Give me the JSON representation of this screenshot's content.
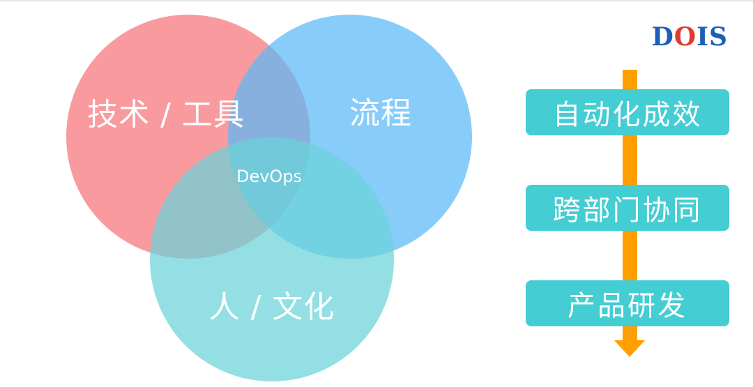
{
  "logo": {
    "prefix": "D",
    "accent": "O",
    "suffix": "IS"
  },
  "venn": {
    "circles": [
      {
        "label": "技术 / 工具",
        "color": "#f7737a"
      },
      {
        "label": "流程",
        "color": "#5ab9f8"
      },
      {
        "label": "人 / 文化",
        "color": "#6ad3d8"
      }
    ],
    "center_label": "DevOps"
  },
  "flow": {
    "arrow_color": "#ff9f00",
    "box_color": "#44cdd3",
    "stages": [
      "自动化成效",
      "跨部门协同",
      "产品研发"
    ]
  }
}
